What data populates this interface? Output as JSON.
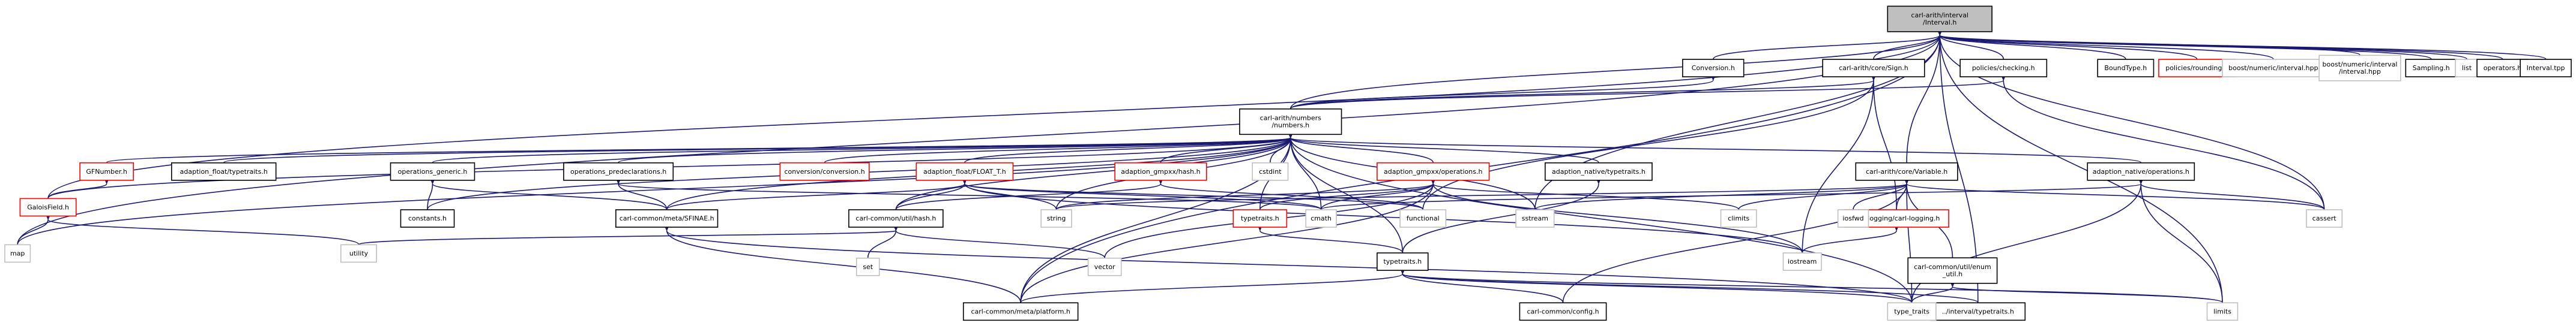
{
  "colors": {
    "edge": "#191970",
    "node_border": "#000000",
    "node_border_truncated": "#ff0000",
    "node_border_system": "#bfbfbf",
    "root_fill": "#bfbfbf",
    "node_fill": "#ffffff",
    "text": "#000000",
    "system_text": "#000000"
  },
  "nodes": [
    {
      "id": "root",
      "lines": [
        "carl-arith/interval",
        "/Interval.h"
      ],
      "kind": "root"
    },
    {
      "id": "conversion_h",
      "lines": [
        "Conversion.h"
      ],
      "kind": "normal"
    },
    {
      "id": "sign_h",
      "lines": [
        "carl-arith/core/Sign.h"
      ],
      "kind": "normal"
    },
    {
      "id": "checking_h",
      "lines": [
        "policies/checking.h"
      ],
      "kind": "normal"
    },
    {
      "id": "boundtype_h",
      "lines": [
        "BoundType.h"
      ],
      "kind": "normal"
    },
    {
      "id": "rounding_h",
      "lines": [
        "policies/rounding.h"
      ],
      "kind": "truncated"
    },
    {
      "id": "boost_interval_hpp",
      "lines": [
        "boost/numeric/interval.hpp"
      ],
      "kind": "system"
    },
    {
      "id": "boost_interval_interval_hpp",
      "lines": [
        "boost/numeric/interval",
        "/interval.hpp"
      ],
      "kind": "system"
    },
    {
      "id": "sampling_h",
      "lines": [
        "Sampling.h"
      ],
      "kind": "normal"
    },
    {
      "id": "list",
      "lines": [
        "list"
      ],
      "kind": "system"
    },
    {
      "id": "operators_h",
      "lines": [
        "operators.h"
      ],
      "kind": "normal"
    },
    {
      "id": "interval_tpp",
      "lines": [
        "Interval.tpp"
      ],
      "kind": "normal"
    },
    {
      "id": "numbers_h",
      "lines": [
        "carl-arith/numbers",
        "/numbers.h"
      ],
      "kind": "normal"
    },
    {
      "id": "gfnumber_h",
      "lines": [
        "GFNumber.h"
      ],
      "kind": "truncated"
    },
    {
      "id": "galoisfield_h",
      "lines": [
        "GaloisField.h"
      ],
      "kind": "truncated"
    },
    {
      "id": "adaption_float_typetraits_h",
      "lines": [
        "adaption_float/typetraits.h"
      ],
      "kind": "normal"
    },
    {
      "id": "operations_generic_h",
      "lines": [
        "operations_generic.h"
      ],
      "kind": "normal"
    },
    {
      "id": "constants_h",
      "lines": [
        "constants.h"
      ],
      "kind": "normal"
    },
    {
      "id": "operations_predeclarations_h",
      "lines": [
        "operations_predeclarations.h"
      ],
      "kind": "normal"
    },
    {
      "id": "conversion_conversion_h",
      "lines": [
        "conversion/conversion.h"
      ],
      "kind": "truncated"
    },
    {
      "id": "float_t_h",
      "lines": [
        "adaption_float/FLOAT_T.h"
      ],
      "kind": "truncated"
    },
    {
      "id": "gmpxx_hash_h",
      "lines": [
        "adaption_gmpxx/hash.h"
      ],
      "kind": "truncated"
    },
    {
      "id": "cstdint",
      "lines": [
        "cstdint"
      ],
      "kind": "system"
    },
    {
      "id": "gmpxx_operations_h",
      "lines": [
        "adaption_gmpxx/operations.h"
      ],
      "kind": "truncated"
    },
    {
      "id": "native_typetraits_h",
      "lines": [
        "adaption_native/typetraits.h"
      ],
      "kind": "normal"
    },
    {
      "id": "native_operations_h",
      "lines": [
        "adaption_native/operations.h"
      ],
      "kind": "normal"
    },
    {
      "id": "sfinae_h",
      "lines": [
        "carl-common/meta/SFINAE.h"
      ],
      "kind": "normal"
    },
    {
      "id": "hash_h",
      "lines": [
        "carl-common/util/hash.h"
      ],
      "kind": "normal"
    },
    {
      "id": "variable_h",
      "lines": [
        "carl-arith/core/Variable.h"
      ],
      "kind": "normal"
    },
    {
      "id": "carl_logging_h",
      "lines": [
        "carl-logging/carl-logging.h"
      ],
      "kind": "truncated"
    },
    {
      "id": "enum_util_h",
      "lines": [
        "carl-common/util/enum",
        "_util.h"
      ],
      "kind": "normal"
    },
    {
      "id": "typetraits_trunc_h",
      "lines": [
        "typetraits.h"
      ],
      "kind": "truncated"
    },
    {
      "id": "typetraits_h",
      "lines": [
        "typetraits.h"
      ],
      "kind": "normal"
    },
    {
      "id": "interval_typetraits_h",
      "lines": [
        "../interval/typetraits.h"
      ],
      "kind": "normal"
    },
    {
      "id": "platform_h",
      "lines": [
        "carl-common/meta/platform.h"
      ],
      "kind": "normal"
    },
    {
      "id": "config_h",
      "lines": [
        "carl-common/config.h"
      ],
      "kind": "normal"
    },
    {
      "id": "map",
      "lines": [
        "map"
      ],
      "kind": "system"
    },
    {
      "id": "utility",
      "lines": [
        "utility"
      ],
      "kind": "system"
    },
    {
      "id": "set",
      "lines": [
        "set"
      ],
      "kind": "system"
    },
    {
      "id": "vector",
      "lines": [
        "vector"
      ],
      "kind": "system"
    },
    {
      "id": "string",
      "lines": [
        "string"
      ],
      "kind": "system"
    },
    {
      "id": "cmath",
      "lines": [
        "cmath"
      ],
      "kind": "system"
    },
    {
      "id": "functional",
      "lines": [
        "functional"
      ],
      "kind": "system"
    },
    {
      "id": "sstream",
      "lines": [
        "sstream"
      ],
      "kind": "system"
    },
    {
      "id": "climits",
      "lines": [
        "climits"
      ],
      "kind": "system"
    },
    {
      "id": "iostream",
      "lines": [
        "iostream"
      ],
      "kind": "system"
    },
    {
      "id": "iosfwd",
      "lines": [
        "iosfwd"
      ],
      "kind": "system"
    },
    {
      "id": "cassert",
      "lines": [
        "cassert"
      ],
      "kind": "system"
    },
    {
      "id": "limits",
      "lines": [
        "limits"
      ],
      "kind": "system"
    },
    {
      "id": "type_traits",
      "lines": [
        "type_traits"
      ],
      "kind": "system"
    }
  ],
  "edges": [
    [
      "root",
      "conversion_h"
    ],
    [
      "root",
      "sign_h"
    ],
    [
      "root",
      "checking_h"
    ],
    [
      "root",
      "boundtype_h"
    ],
    [
      "root",
      "rounding_h"
    ],
    [
      "root",
      "boost_interval_hpp"
    ],
    [
      "root",
      "boost_interval_interval_hpp"
    ],
    [
      "root",
      "sampling_h"
    ],
    [
      "root",
      "list"
    ],
    [
      "root",
      "operators_h"
    ],
    [
      "root",
      "interval_tpp"
    ],
    [
      "root",
      "numbers_h"
    ],
    [
      "root",
      "variable_h"
    ],
    [
      "root",
      "galoisfield_h"
    ],
    [
      "root",
      "sstream"
    ],
    [
      "root",
      "cassert"
    ],
    [
      "root",
      "limits"
    ],
    [
      "root",
      "map"
    ],
    [
      "root",
      "platform_h"
    ],
    [
      "root",
      "interval_typetraits_h"
    ],
    [
      "conversion_h",
      "numbers_h"
    ],
    [
      "sign_h",
      "numbers_h"
    ],
    [
      "sign_h",
      "carl_logging_h"
    ],
    [
      "sign_h",
      "functional"
    ],
    [
      "sign_h",
      "iostream"
    ],
    [
      "checking_h",
      "numbers_h"
    ],
    [
      "checking_h",
      "cassert"
    ],
    [
      "numbers_h",
      "gfnumber_h"
    ],
    [
      "numbers_h",
      "galoisfield_h"
    ],
    [
      "numbers_h",
      "adaption_float_typetraits_h"
    ],
    [
      "numbers_h",
      "operations_generic_h"
    ],
    [
      "numbers_h",
      "constants_h"
    ],
    [
      "numbers_h",
      "operations_predeclarations_h"
    ],
    [
      "numbers_h",
      "conversion_conversion_h"
    ],
    [
      "numbers_h",
      "float_t_h"
    ],
    [
      "numbers_h",
      "gmpxx_hash_h"
    ],
    [
      "numbers_h",
      "cstdint"
    ],
    [
      "numbers_h",
      "gmpxx_operations_h"
    ],
    [
      "numbers_h",
      "native_typetraits_h"
    ],
    [
      "numbers_h",
      "native_operations_h"
    ],
    [
      "numbers_h",
      "typetraits_trunc_h"
    ],
    [
      "numbers_h",
      "map"
    ],
    [
      "numbers_h",
      "type_traits"
    ],
    [
      "numbers_h",
      "string"
    ],
    [
      "numbers_h",
      "sfinae_h"
    ],
    [
      "numbers_h",
      "hash_h"
    ],
    [
      "numbers_h",
      "typetraits_h"
    ],
    [
      "numbers_h",
      "sstream"
    ],
    [
      "numbers_h",
      "cmath"
    ],
    [
      "numbers_h",
      "platform_h"
    ],
    [
      "gfnumber_h",
      "galoisfield_h"
    ],
    [
      "galoisfield_h",
      "map"
    ],
    [
      "galoisfield_h",
      "utility"
    ],
    [
      "operations_generic_h",
      "constants_h"
    ],
    [
      "operations_generic_h",
      "sfinae_h"
    ],
    [
      "operations_predeclarations_h",
      "sfinae_h"
    ],
    [
      "operations_predeclarations_h",
      "cmath"
    ],
    [
      "float_t_h",
      "hash_h"
    ],
    [
      "float_t_h",
      "sfinae_h"
    ],
    [
      "float_t_h",
      "string"
    ],
    [
      "float_t_h",
      "cmath"
    ],
    [
      "float_t_h",
      "functional"
    ],
    [
      "float_t_h",
      "iostream"
    ],
    [
      "gmpxx_hash_h",
      "hash_h"
    ],
    [
      "gmpxx_hash_h",
      "functional"
    ],
    [
      "gmpxx_operations_h",
      "typetraits_trunc_h"
    ],
    [
      "gmpxx_operations_h",
      "string"
    ],
    [
      "gmpxx_operations_h",
      "cmath"
    ],
    [
      "gmpxx_operations_h",
      "climits"
    ],
    [
      "gmpxx_operations_h",
      "vector"
    ],
    [
      "gmpxx_operations_h",
      "platform_h"
    ],
    [
      "gmpxx_operations_h",
      "iostream"
    ],
    [
      "native_typetraits_h",
      "typetraits_h"
    ],
    [
      "native_operations_h",
      "cassert"
    ],
    [
      "native_operations_h",
      "limits"
    ],
    [
      "native_operations_h",
      "type_traits"
    ],
    [
      "native_operations_h",
      "cmath"
    ],
    [
      "sfinae_h",
      "type_traits"
    ],
    [
      "sfinae_h",
      "platform_h"
    ],
    [
      "hash_h",
      "set"
    ],
    [
      "hash_h",
      "utility"
    ],
    [
      "hash_h",
      "vector"
    ],
    [
      "variable_h",
      "carl_logging_h"
    ],
    [
      "variable_h",
      "enum_util_h"
    ],
    [
      "variable_h",
      "iosfwd"
    ],
    [
      "variable_h",
      "cassert"
    ],
    [
      "variable_h",
      "climits"
    ],
    [
      "variable_h",
      "string"
    ],
    [
      "variable_h",
      "type_traits"
    ],
    [
      "variable_h",
      "sstream"
    ],
    [
      "variable_h",
      "config_h"
    ],
    [
      "carl_logging_h",
      "iostream"
    ],
    [
      "enum_util_h",
      "type_traits"
    ],
    [
      "enum_util_h",
      "limits"
    ],
    [
      "typetraits_trunc_h",
      "typetraits_h"
    ],
    [
      "typetraits_h",
      "interval_typetraits_h"
    ],
    [
      "typetraits_h",
      "platform_h"
    ],
    [
      "typetraits_h",
      "config_h"
    ],
    [
      "typetraits_h",
      "type_traits"
    ],
    [
      "typetraits_h",
      "limits"
    ]
  ]
}
